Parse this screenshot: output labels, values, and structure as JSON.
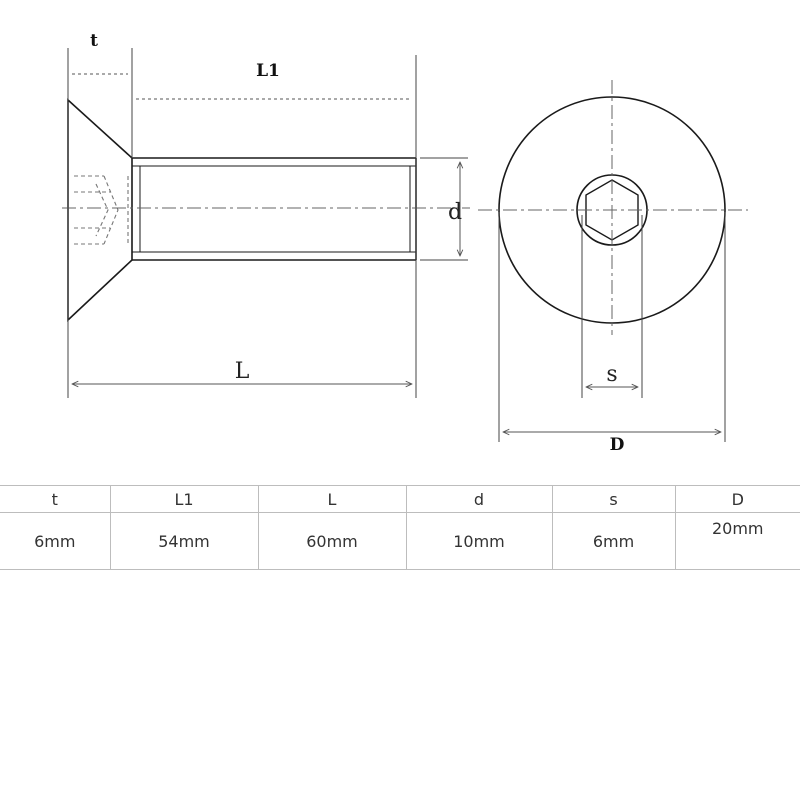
{
  "diagram": {
    "labels": {
      "t": "t",
      "L1": "L1",
      "L": "L",
      "d": "d",
      "s": "s",
      "D": "D"
    },
    "line_color": "#1a1a1a",
    "dash_color": "#666666"
  },
  "table": {
    "headers": [
      "t",
      "L1",
      "L",
      "d",
      "s",
      "D"
    ],
    "values": [
      "6mm",
      "54mm",
      "60mm",
      "10mm",
      "6mm",
      "20mm"
    ]
  }
}
